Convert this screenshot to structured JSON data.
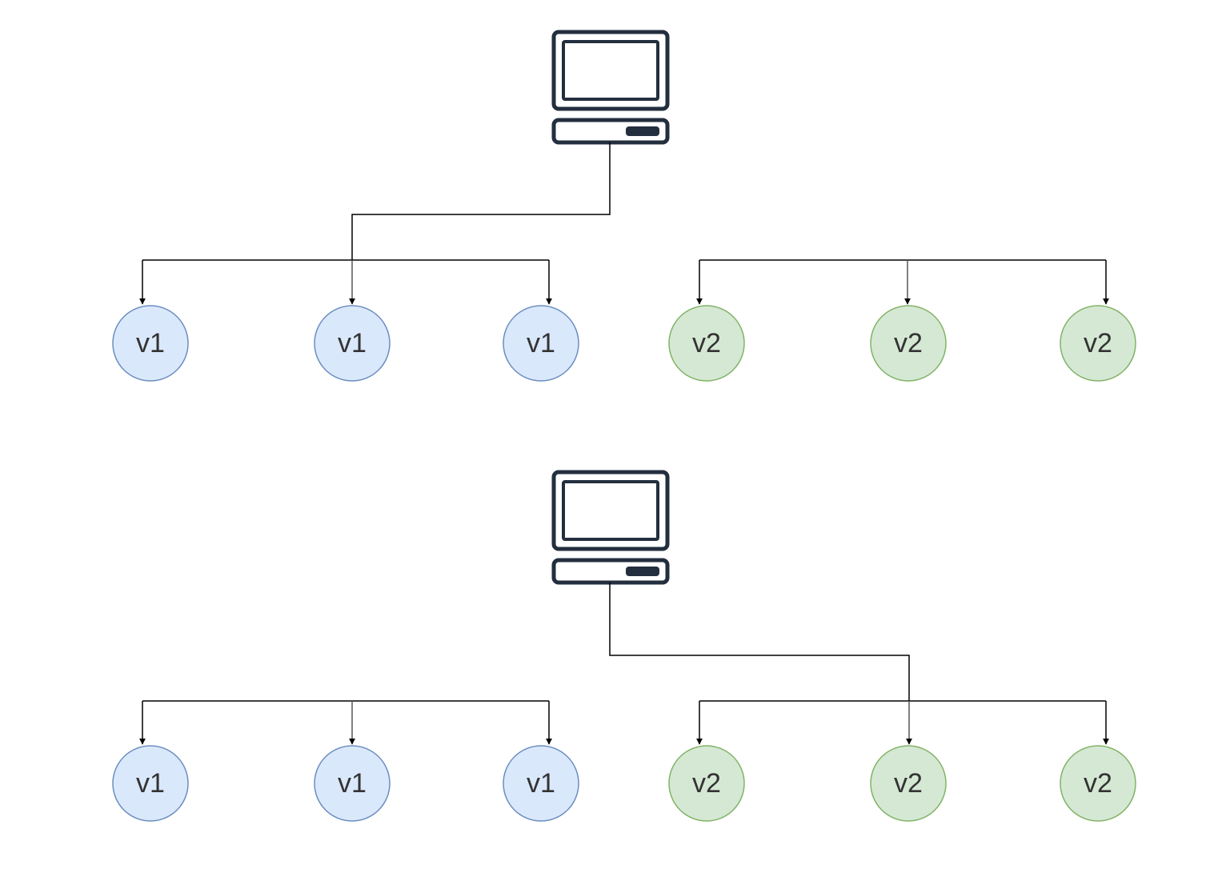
{
  "colors": {
    "v1_fill": "#dae8fc",
    "v1_stroke": "#6c8ebf",
    "v2_fill": "#d5e8d4",
    "v2_stroke": "#82b366",
    "client_icon": "#232f3e",
    "edge": "#000000"
  },
  "icons": {
    "client": "computer-icon"
  },
  "diagrams": [
    {
      "client_icon": "computer-icon",
      "routed_to": "v1",
      "nodes": [
        {
          "label": "v1",
          "version": "v1"
        },
        {
          "label": "v1",
          "version": "v1"
        },
        {
          "label": "v1",
          "version": "v1"
        },
        {
          "label": "v2",
          "version": "v2"
        },
        {
          "label": "v2",
          "version": "v2"
        },
        {
          "label": "v2",
          "version": "v2"
        }
      ]
    },
    {
      "client_icon": "computer-icon",
      "routed_to": "v2",
      "nodes": [
        {
          "label": "v1",
          "version": "v1"
        },
        {
          "label": "v1",
          "version": "v1"
        },
        {
          "label": "v1",
          "version": "v1"
        },
        {
          "label": "v2",
          "version": "v2"
        },
        {
          "label": "v2",
          "version": "v2"
        },
        {
          "label": "v2",
          "version": "v2"
        }
      ]
    }
  ]
}
